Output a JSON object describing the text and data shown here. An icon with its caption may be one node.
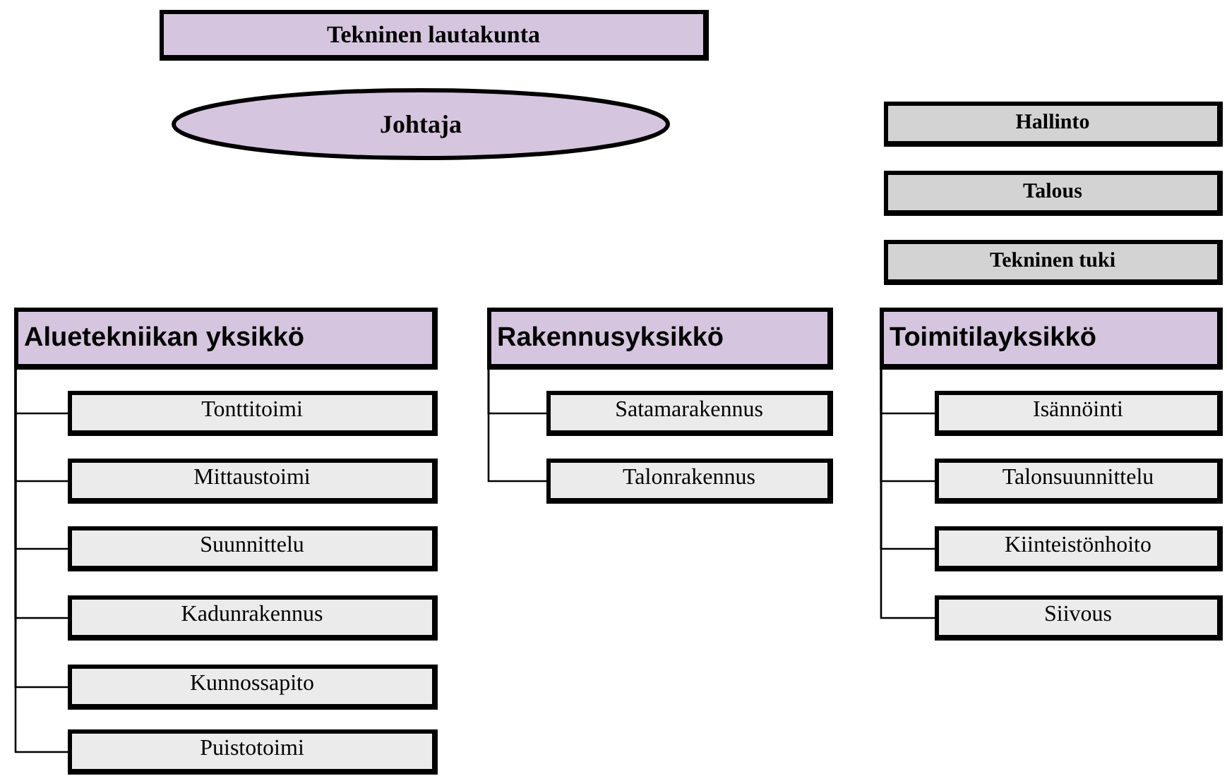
{
  "diagram": {
    "nodes": [
      {
        "text": [
          "Tekninen lautakunta"
        ]
      },
      {
        "text": [
          "Johtaja"
        ]
      },
      {
        "text": [
          "Hallinto"
        ]
      },
      {
        "text": [
          "Talous"
        ]
      },
      {
        "text": [
          "Tekninen tuki"
        ]
      },
      {
        "text": [
          "Aluetekniikan yksikkö"
        ]
      },
      {
        "text": [
          "Tonttitoimi"
        ]
      },
      {
        "text": [
          "Mittaustoimi"
        ]
      },
      {
        "text": [
          "Suunnittelu"
        ]
      },
      {
        "text": [
          "Kadunrakennus"
        ]
      },
      {
        "text": [
          "Kunnossapito"
        ]
      },
      {
        "text": [
          "Puistotoimi"
        ]
      },
      {
        "text": [
          "Rakennusyksikkö"
        ]
      },
      {
        "text": [
          "Satamarakennus"
        ]
      },
      {
        "text": [
          "Talonrakennus"
        ]
      },
      {
        "text": [
          "Toimitilayksikkö"
        ]
      },
      {
        "text": [
          "Isännöinti"
        ]
      },
      {
        "text": [
          "Talonsuunnittelu"
        ]
      },
      {
        "text": [
          "Kiinteistönhoito"
        ]
      },
      {
        "text": [
          "Siivous"
        ]
      }
    ],
    "edges": [
      {
        "from": 5,
        "to": 6,
        "arrow": "none"
      },
      {
        "from": 5,
        "to": 7,
        "arrow": "none"
      },
      {
        "from": 5,
        "to": 8,
        "arrow": "none"
      },
      {
        "from": 5,
        "to": 9,
        "arrow": "none"
      },
      {
        "from": 5,
        "to": 10,
        "arrow": "none"
      },
      {
        "from": 5,
        "to": 11,
        "arrow": "none"
      },
      {
        "from": 12,
        "to": 13,
        "arrow": "none"
      },
      {
        "from": 12,
        "to": 14,
        "arrow": "none"
      },
      {
        "from": 15,
        "to": 16,
        "arrow": "none"
      },
      {
        "from": 15,
        "to": 17,
        "arrow": "none"
      },
      {
        "from": 15,
        "to": 18,
        "arrow": "none"
      },
      {
        "from": 15,
        "to": 19,
        "arrow": "none"
      }
    ]
  }
}
